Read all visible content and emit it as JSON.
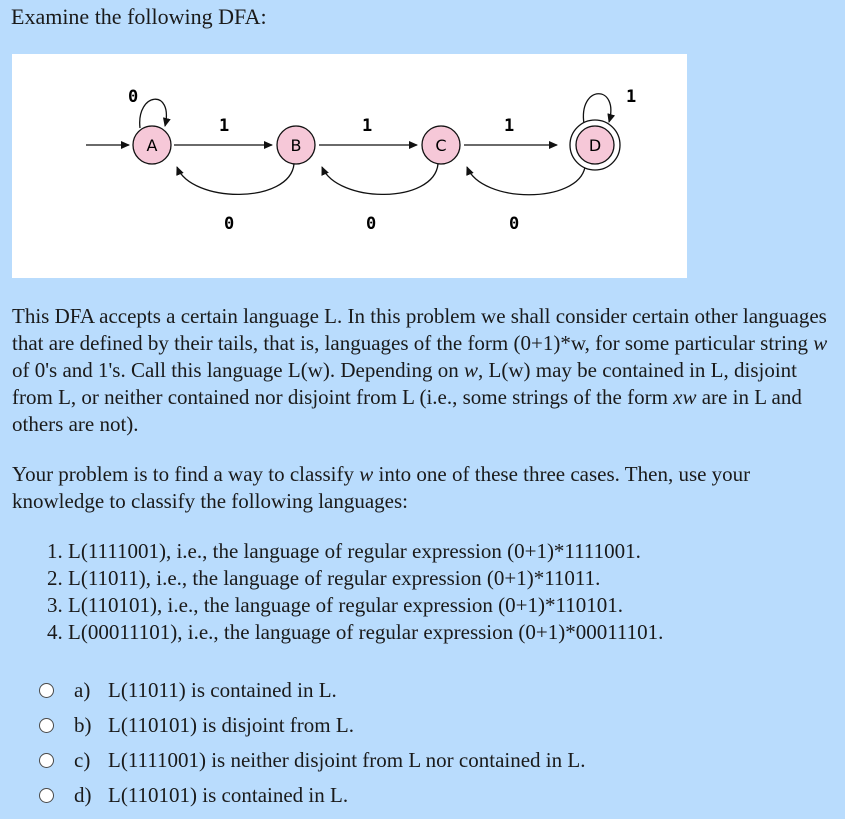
{
  "intro": "Examine the following DFA:",
  "dfa": {
    "states": [
      "A",
      "B",
      "C",
      "D"
    ],
    "self_loop_labels": [
      "0",
      "1"
    ],
    "forward_labels": [
      "1",
      "1",
      "1"
    ],
    "back_labels": [
      "0",
      "0",
      "0"
    ],
    "colors": {
      "state_fill": "#f6c8d8",
      "stroke": "#111111",
      "figure_bg": "#ffffff",
      "page_bg": "#b9dcfd"
    }
  },
  "paragraph1": {
    "part1": "This DFA accepts a certain language L. In this problem we shall consider certain other languages that are defined by their tails, that is, languages of the form (0+1)*w, for some particular string ",
    "var1": "w",
    "part2": " of 0's and 1's. Call this language L(w). Depending on ",
    "var2": "w",
    "part3": ", L(w) may be contained in L, disjoint from L, or neither contained nor disjoint from L (i.e., some strings of the form ",
    "var3": "xw",
    "part4": " are in L and others are not)."
  },
  "paragraph2": {
    "part1": "Your problem is to find a way to classify ",
    "var1": "w",
    "part2": " into one of these three cases. Then, use your knowledge to classify the following languages:"
  },
  "languages": [
    "1. L(1111001), i.e., the language of regular expression (0+1)*1111001.",
    "2. L(11011), i.e., the language of regular expression (0+1)*11011.",
    "3. L(110101), i.e., the language of regular expression (0+1)*110101.",
    "4. L(00011101), i.e., the language of regular expression (0+1)*00011101."
  ],
  "options": [
    {
      "letter": "a)",
      "text": "L(11011) is contained in L."
    },
    {
      "letter": "b)",
      "text": "L(110101) is disjoint from L."
    },
    {
      "letter": "c)",
      "text": "L(1111001) is neither disjoint from L nor contained in L."
    },
    {
      "letter": "d)",
      "text": "L(110101) is contained in L."
    }
  ]
}
